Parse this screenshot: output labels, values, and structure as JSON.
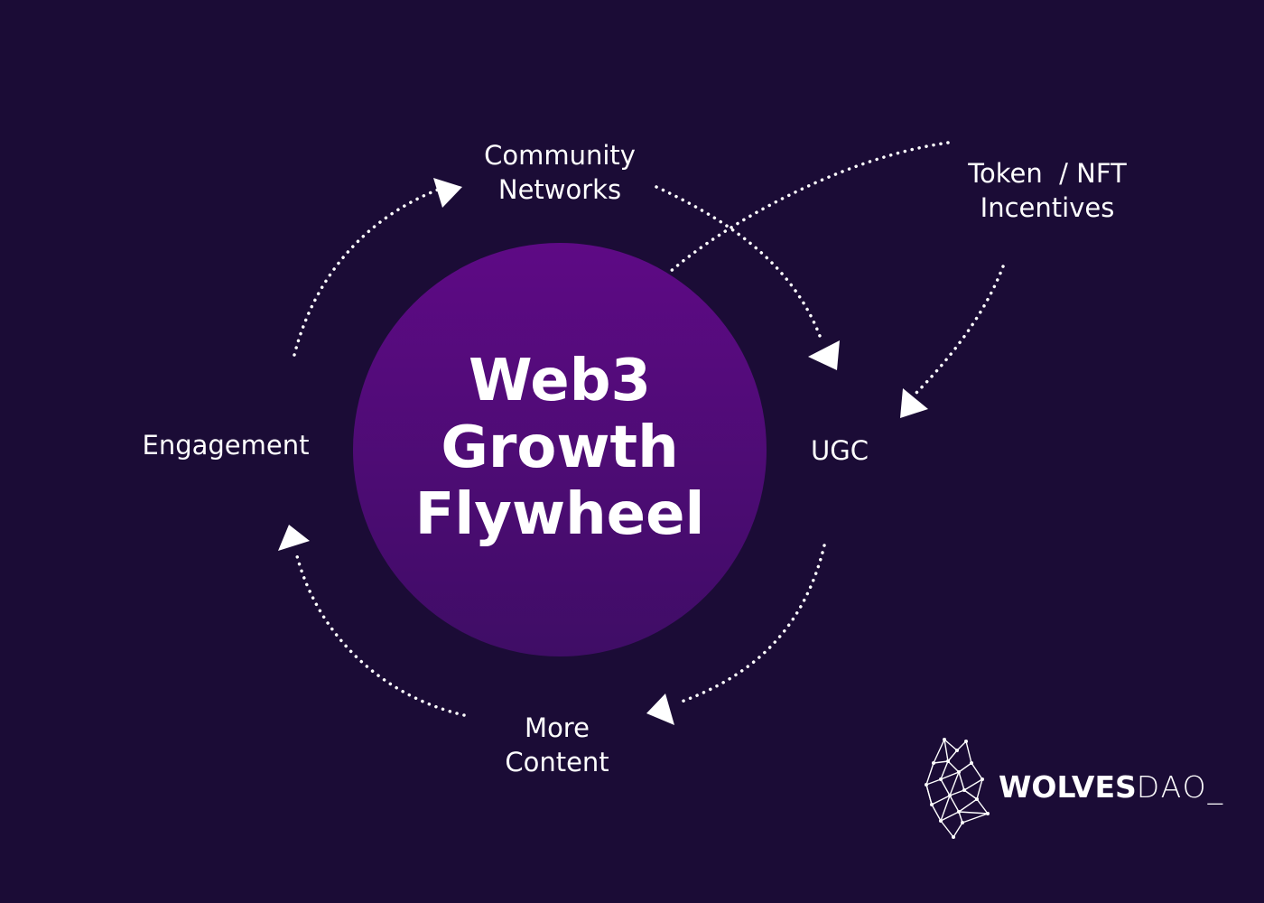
{
  "colors": {
    "background": "#1b0c36",
    "circle_top": "#5e0a85",
    "circle_bottom": "#3f0d66",
    "foreground": "#ffffff"
  },
  "center": {
    "lines": [
      "Web3",
      "Growth",
      "Flywheel"
    ]
  },
  "nodes": {
    "community": [
      "Community",
      "Networks"
    ],
    "token": [
      "Token  / NFT",
      "Incentives"
    ],
    "engagement": "Engagement",
    "ugc": "UGC",
    "more_content": [
      "More",
      "Content"
    ]
  },
  "brand": {
    "logo_icon": "wolf-head-icon",
    "word_bold": "WOLVES",
    "word_light": "DAO_"
  }
}
